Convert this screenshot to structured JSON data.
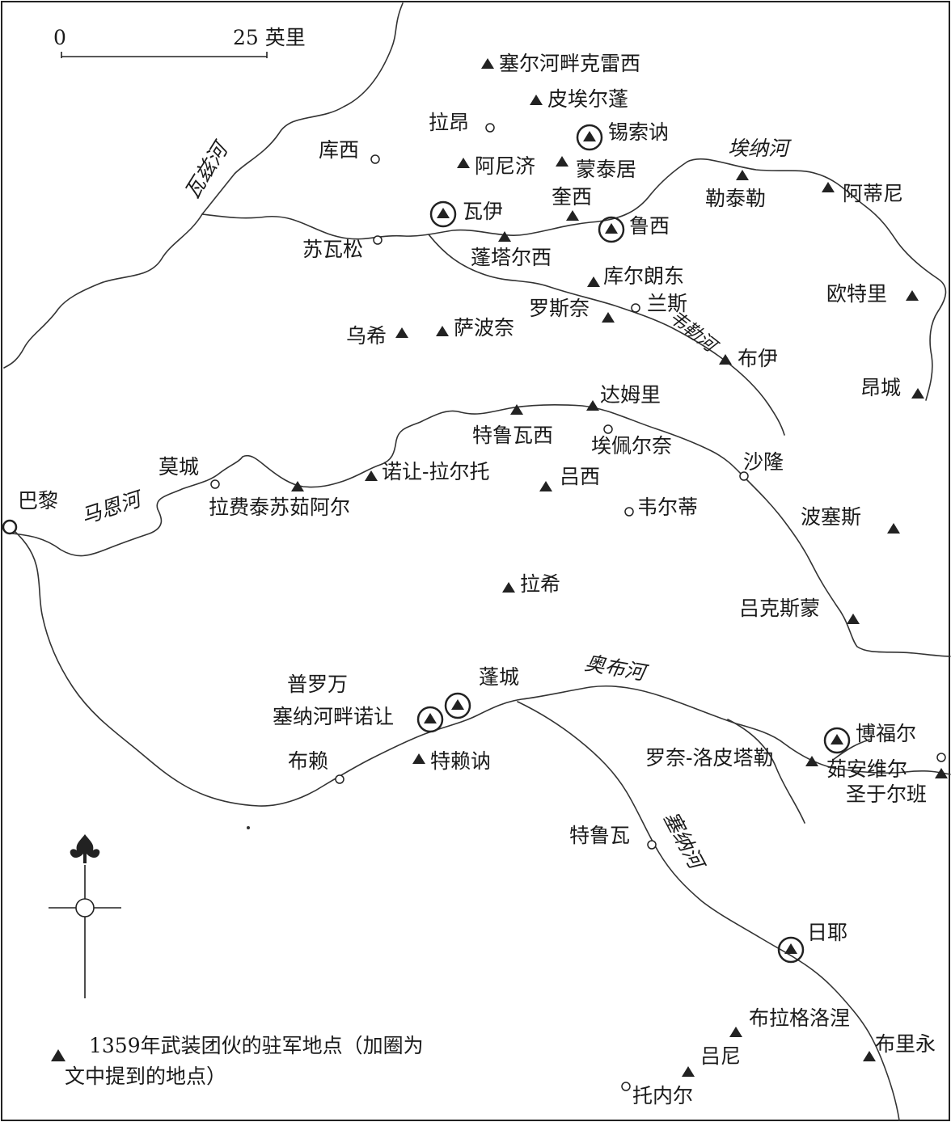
{
  "scale_bar": {
    "zero": "0",
    "max": "25 英里"
  },
  "rivers": {
    "wazi": "瓦兹河",
    "aina": "埃纳河",
    "weile": "韦勒河",
    "maen": "马恩河",
    "aobu": "奥布河",
    "saina": "塞纳河"
  },
  "places": {
    "saierhepan": "塞尔河畔克雷西",
    "piaierpeng": "皮埃尔蓬",
    "laang": "拉昂",
    "xisuona": "锡索讷",
    "kuxi": "库西",
    "anji": "阿尼济",
    "mengtaiju": "蒙泰居",
    "letaile": "勒泰勒",
    "adini": "阿蒂尼",
    "kuixi": "奎西",
    "wayi": "瓦伊",
    "luxi": "鲁西",
    "suwasong": "苏瓦松",
    "pengtaerxi": "蓬塔尔西",
    "kuerlangdong": "库尔朗东",
    "outeli": "欧特里",
    "luosinai": "罗斯奈",
    "lansi": "兰斯",
    "wuxi": "乌希",
    "sabonai": "萨波奈",
    "buyi": "布伊",
    "angcheng": "昂城",
    "damuli": "达姆里",
    "teluwaxi": "特鲁瓦西",
    "aipeiernai": "埃佩尔奈",
    "mocheng": "莫城",
    "bali": "巴黎",
    "nuorang": "诺让-拉尔托",
    "lvxi": "吕西",
    "shalong": "沙隆",
    "lafeitai": "拉费泰苏茹阿尔",
    "weierdi": "韦尔蒂",
    "bosaisi": "波塞斯",
    "laxi": "拉希",
    "lvkesimeng": "吕克斯蒙",
    "puluowan": "普罗万",
    "pengcheng": "蓬城",
    "sainahepan": "塞纳河畔诺让",
    "bulai": "布赖",
    "telaina": "特赖讷",
    "bofuer": "博福尔",
    "luonai": "罗奈-洛皮塔勒",
    "ruanweier": "茹安维尔",
    "shengyuerban": "圣于尔班",
    "teluwa": "特鲁瓦",
    "riye": "日耶",
    "bulageluonie": "布拉格洛涅",
    "lvni": "吕尼",
    "buliyong": "布里永",
    "tuoneier": "托内尔"
  },
  "legend": {
    "line1": "1359年武装团伙的驻军地点（加圈为",
    "line2": "文中提到的地点）"
  }
}
